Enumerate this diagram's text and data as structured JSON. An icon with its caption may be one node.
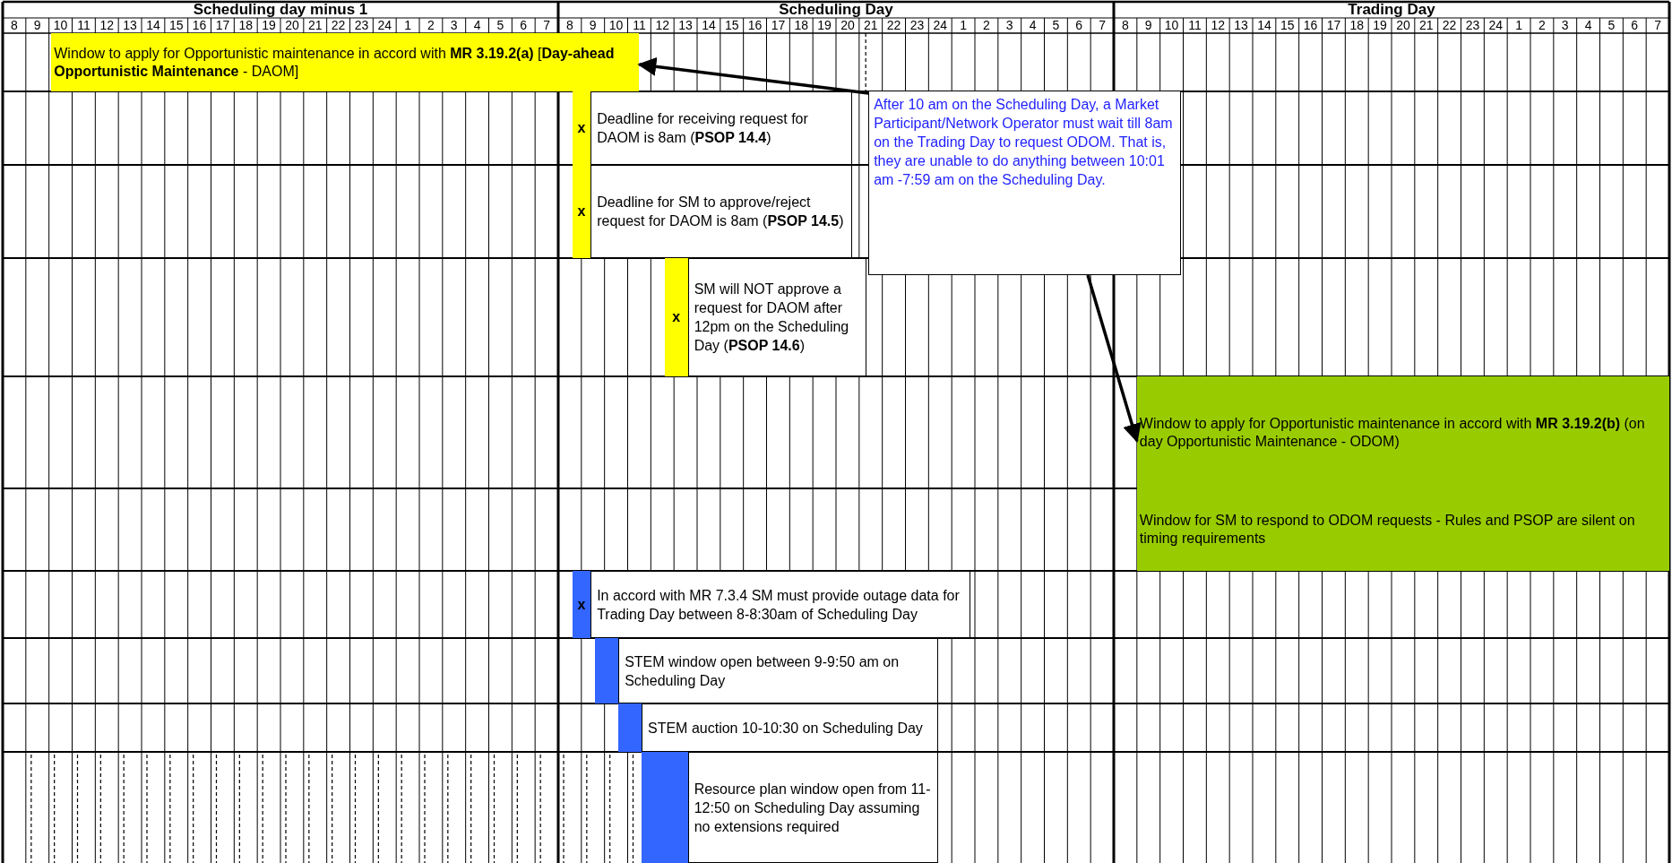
{
  "diagram": {
    "nodes": [
      {
        "text": [
          "Window to apply for Opportunistic maintenance in accord with **MR 3.19.2(a)** [**Day-ahead Opportunistic Maintenance** - DAOM]"
        ]
      },
      {
        "text": [
          "After 10 am on the Scheduling Day, a Market Participant/Network Operator must wait till 8am on the Trading Day to request ODOM.  That is, they are unable to do anything between 10:01 am -7:59 am on the Scheduling Day."
        ]
      },
      {
        "text": [
          "x"
        ],
        "beside": [
          "Deadline for receiving request for DAOM is 8am (**PSOP 14.4**)"
        ]
      },
      {
        "text": [
          "x"
        ],
        "beside": [
          "Deadline for SM to approve/reject request for DAOM is 8am (**PSOP 14.5**)"
        ]
      },
      {
        "text": [
          "x"
        ],
        "beside": [
          "SM will NOT approve a request for DAOM after 12pm on the Scheduling Day (**PSOP 14.6**)"
        ]
      },
      {
        "text": [
          "Window to apply for Opportunistic maintenance in accord with **MR 3.19.2(b)** (on day Opportunistic Maintenance - ODOM)"
        ]
      },
      {
        "text": [
          "Window for SM to respond to ODOM requests - Rules and PSOP are silent on timing requirements"
        ]
      },
      {
        "text": [
          "x"
        ],
        "beside": [
          "In accord with MR 7.3.4 SM must provide outage data for Trading Day between 8-8:30am of Scheduling Day"
        ]
      },
      {
        "text": [],
        "shape": "bar",
        "beside": [
          "STEM window open between 9-9:50 am on Scheduling Day"
        ]
      },
      {
        "text": [],
        "shape": "bar",
        "beside": [
          "STEM auction 10-10:30 on Scheduling Day"
        ]
      },
      {
        "text": [],
        "shape": "bar",
        "beside": [
          "Resource plan window open from 11-12:50 on Scheduling Day assuming no extensions required"
        ]
      }
    ],
    "edges": [
      {
        "from": 1,
        "to": 0,
        "arrow": "to"
      },
      {
        "from": 1,
        "to": 5,
        "arrow": "to"
      }
    ],
    "labels": [
      "Scheduling day minus 1",
      "Scheduling Day",
      "Trading Day",
      "8",
      "9",
      "10",
      "11",
      "12",
      "13",
      "14",
      "15",
      "16",
      "17",
      "18",
      "19",
      "20",
      "21",
      "22",
      "23",
      "24",
      "1",
      "2",
      "3",
      "4",
      "5",
      "6",
      "7",
      "8",
      "9",
      "10",
      "11",
      "12",
      "13",
      "14",
      "15",
      "16",
      "17",
      "18",
      "19",
      "20",
      "21",
      "22",
      "23",
      "24",
      "1",
      "2",
      "3",
      "4",
      "5",
      "6",
      "7",
      "8",
      "9",
      "10",
      "11",
      "12",
      "13",
      "14",
      "15",
      "16",
      "17",
      "18",
      "19",
      "20",
      "21",
      "22",
      "23",
      "24",
      "1",
      "2",
      "3",
      "4",
      "5",
      "6",
      "7"
    ]
  }
}
